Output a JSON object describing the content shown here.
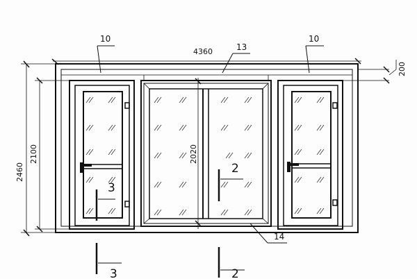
{
  "drawing": {
    "dimensions": {
      "overall_width": "4360",
      "overall_height": "2460",
      "door_height": "2100",
      "center_height": "2020",
      "top_panel": "200"
    },
    "callouts": {
      "left_door": "10",
      "right_door": "10",
      "top_panel": "13",
      "sill": "14"
    },
    "sections": {
      "section_2_top": "2",
      "section_2_bottom": "2",
      "section_3_top": "3",
      "section_3_bottom": "3"
    }
  }
}
